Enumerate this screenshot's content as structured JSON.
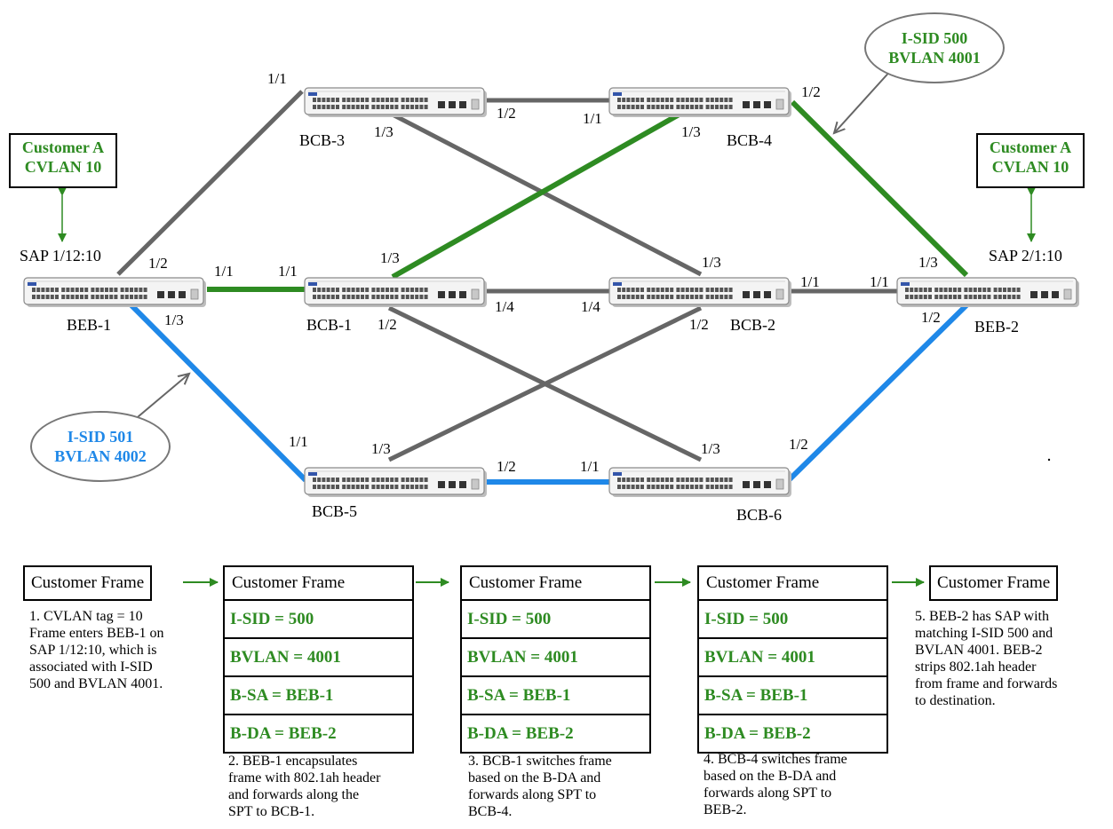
{
  "devices": {
    "beb1": "BEB-1",
    "beb2": "BEB-2",
    "bcb1": "BCB-1",
    "bcb2": "BCB-2",
    "bcb3": "BCB-3",
    "bcb4": "BCB-4",
    "bcb5": "BCB-5",
    "bcb6": "BCB-6"
  },
  "customers": {
    "left": {
      "line1": "Customer A",
      "line2": "CVLAN 10"
    },
    "right": {
      "line1": "Customer A",
      "line2": "CVLAN 10"
    }
  },
  "saps": {
    "left": "SAP 1/12:10",
    "right": "SAP 2/1:10"
  },
  "ovals": {
    "isid500": {
      "line1": "I-SID 500",
      "line2": "BVLAN 4001"
    },
    "isid501": {
      "line1": "I-SID 501",
      "line2": "BVLAN 4002"
    }
  },
  "ports": {
    "bcb3_1_1": "1/1",
    "bcb3_1_2": "1/2",
    "bcb3_1_3": "1/3",
    "bcb4_1_1": "1/1",
    "bcb4_1_2": "1/2",
    "bcb4_1_3": "1/3",
    "beb1_1_2": "1/2",
    "beb1_1_1": "1/1",
    "beb1_1_3": "1/3",
    "bcb1_1_1": "1/1",
    "bcb1_1_3": "1/3",
    "bcb1_1_4": "1/4",
    "bcb1_1_2": "1/2",
    "bcb2_1_4": "1/4",
    "bcb2_1_3": "1/3",
    "bcb2_1_1": "1/1",
    "bcb2_1_2": "1/2",
    "beb2_1_1": "1/1",
    "beb2_1_3": "1/3",
    "beb2_1_2": "1/2",
    "bcb5_1_1": "1/1",
    "bcb5_1_3": "1/3",
    "bcb5_1_2": "1/2",
    "bcb6_1_1": "1/1",
    "bcb6_1_3": "1/3",
    "bcb6_1_2": "1/2"
  },
  "frames": {
    "f1": {
      "header": "Customer Frame"
    },
    "f2": {
      "header": "Customer Frame",
      "isid": "I-SID = 500",
      "bvlan": "BVLAN = 4001",
      "bsa": "B-SA = BEB-1",
      "bda": "B-DA = BEB-2"
    },
    "f3": {
      "header": "Customer Frame",
      "isid": "I-SID = 500",
      "bvlan": "BVLAN = 4001",
      "bsa": "B-SA = BEB-1",
      "bda": "B-DA = BEB-2"
    },
    "f4": {
      "header": "Customer Frame",
      "isid": "I-SID = 500",
      "bvlan": "BVLAN = 4001",
      "bsa": "B-SA = BEB-1",
      "bda": "B-DA = BEB-2"
    },
    "f5": {
      "header": "Customer Frame"
    }
  },
  "steps": {
    "s1": "1. CVLAN tag = 10\nFrame enters BEB-1 on\nSAP 1/12:10, which is\nassociated with I-SID\n500 and BVLAN 4001.",
    "s2": "2. BEB-1 encapsulates\nframe with 802.1ah header\nand forwards along the\nSPT to BCB-1.",
    "s3": "3. BCB-1 switches frame\nbased on the B-DA and\nforwards along SPT to\nBCB-4.",
    "s4": "4. BCB-4 switches frame\nbased on the B-DA and\nforwards along SPT to\nBEB-2.",
    "s5": "5. BEB-2 has SAP with\nmatching I-SID 500 and\nBVLAN 4001. BEB-2\nstrips 802.1ah header\nfrom frame and forwards\nto destination."
  },
  "colors": {
    "green": "#2e8b22",
    "blue": "#1f88e8",
    "gray": "#666666",
    "label_green": "#2e8b22",
    "label_blue": "#1f88e8"
  }
}
